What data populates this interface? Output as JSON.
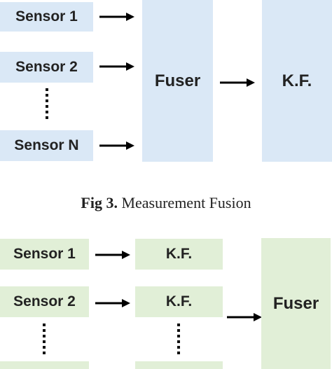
{
  "top_diagram": {
    "sensors": [
      "Sensor 1",
      "Sensor 2",
      "Sensor N"
    ],
    "fuser": "Fuser",
    "kf": "K.F."
  },
  "caption": {
    "number": "Fig 3.",
    "text": "Measurement Fusion"
  },
  "bottom_diagram": {
    "sensors": [
      "Sensor 1",
      "Sensor 2"
    ],
    "kf_boxes": [
      "K.F.",
      "K.F."
    ],
    "fuser": "Fuser"
  },
  "colors": {
    "blue_box": "#dae8f6",
    "green_box": "#e1efd7",
    "text": "#222222"
  }
}
